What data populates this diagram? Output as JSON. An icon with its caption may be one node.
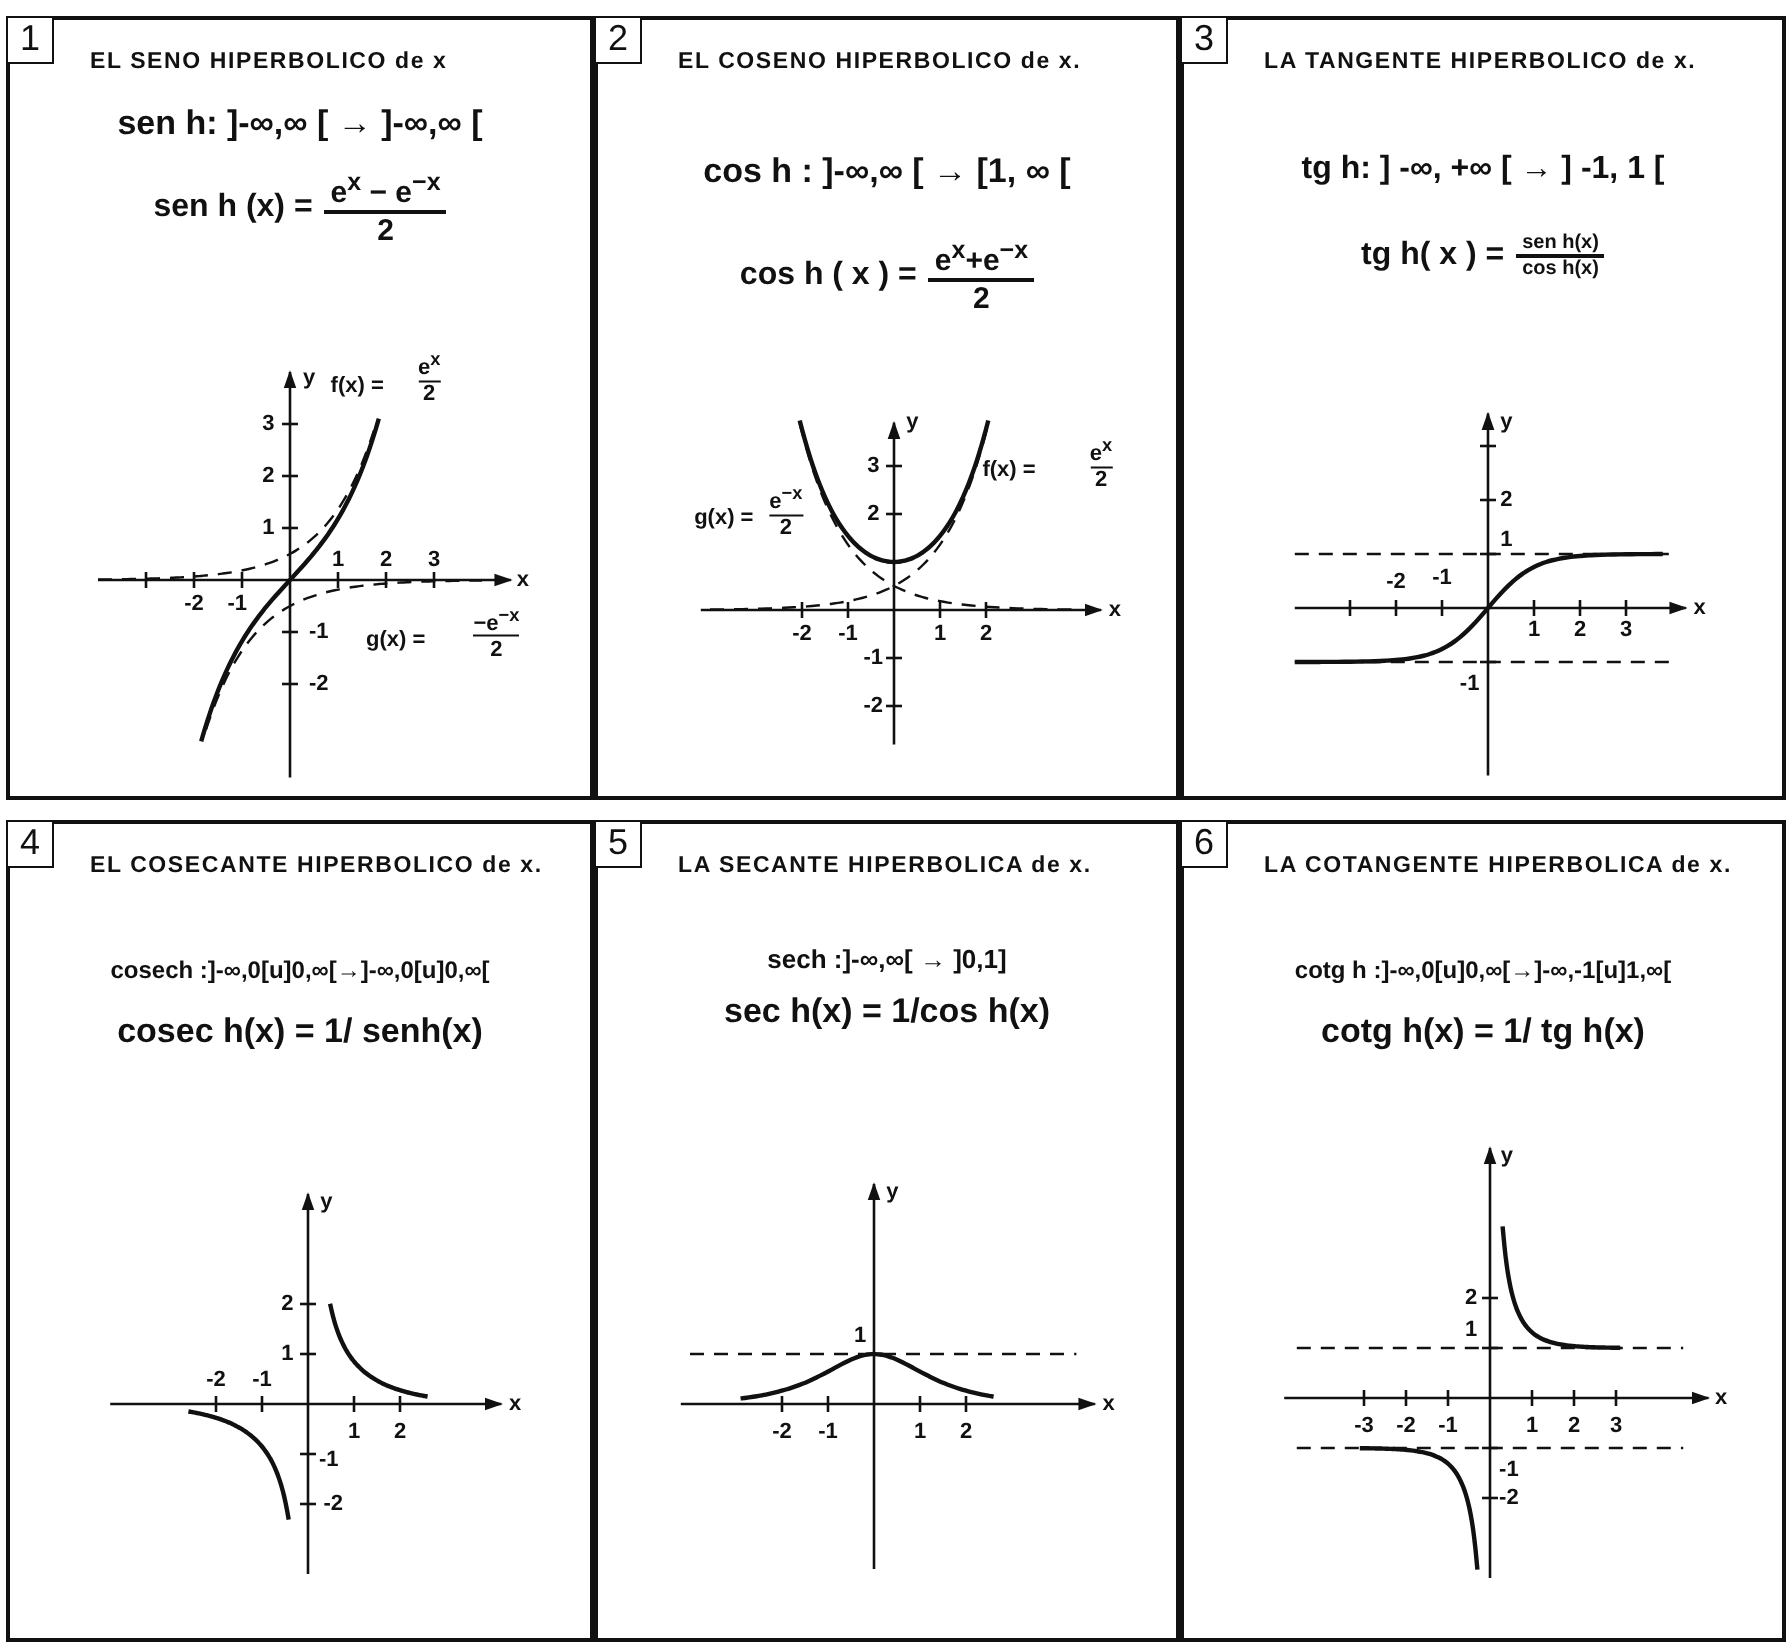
{
  "diagram": {
    "nodes": [
      {
        "text": [
          "EL SENO HIPERBOLICO de x",
          "sen h: ]-∞,∞ [ → ]-∞,∞ [",
          "sen h (x) =",
          "e$^{x}$ − e$^{−x}$",
          "2"
        ]
      },
      {
        "text": [
          "1"
        ],
        "in": 0
      },
      {
        "text": [
          "EL COSENO HIPERBOLICO de x.",
          "cos h : ]-∞,∞ [ → [1, ∞ [",
          "cos h ( x ) =",
          "e$^{x}$+e$^{−x}$",
          "2"
        ]
      },
      {
        "text": [
          "2"
        ],
        "in": 2
      },
      {
        "text": [
          "LA TANGENTE HIPERBOLICO de x.",
          "tg h: ] -∞, +∞ [ → ] -1, 1 [",
          "tg h( x ) =",
          "sen h(x)",
          "cos h(x)"
        ]
      },
      {
        "text": [
          "3"
        ],
        "in": 4
      },
      {
        "text": [
          "EL COSECANTE HIPERBOLICO de x.",
          "cosech :]-∞,0[u]0,∞[→]-∞,0[u]0,∞[",
          "cosec h(x) = 1/ senh(x)"
        ]
      },
      {
        "text": [
          "4"
        ],
        "in": 6
      },
      {
        "text": [
          "LA SECANTE HIPERBOLICA de x.",
          "sech :]-∞,∞[ → ]0,1]",
          "sec h(x) = 1/cos h(x)"
        ]
      },
      {
        "text": [
          "5"
        ],
        "in": 8
      },
      {
        "text": [
          "LA COTANGENTE HIPERBOLICA de x.",
          "cotg h :]-∞,0[u]0,∞[→]-∞,-1[u]1,∞[",
          "cotg h(x) = 1/ tg h(x)"
        ]
      },
      {
        "text": [
          "6"
        ],
        "in": 10
      }
    ],
    "labels": [
      "y",
      "f(x) =",
      "e$^{x}$",
      "2",
      "3",
      "2",
      "1",
      "1",
      "2",
      "3",
      "x",
      "-2",
      "-1",
      "-1",
      "g(x) =",
      "−e$^{−x}$",
      "2",
      "-2",
      "y",
      "3",
      "2",
      "g(x) =",
      "e$^{−x}$",
      "2",
      "f(x) =",
      "e$^{x}$",
      "2",
      "x",
      "-2",
      "-1",
      "1",
      "2",
      "-1",
      "-2",
      "y",
      "2",
      "1",
      "-2",
      "-1",
      "x",
      "1",
      "2",
      "3",
      "-1",
      "y",
      "2",
      "1",
      "-2",
      "-1",
      "x",
      "1",
      "2",
      "-1",
      "-2",
      "y",
      "1",
      "x",
      "-2",
      "-1",
      "1",
      "2",
      "y",
      "2",
      "1",
      "x",
      "-3",
      "-2",
      "-1",
      "1",
      "2",
      "3",
      "-1",
      "-2"
    ]
  }
}
